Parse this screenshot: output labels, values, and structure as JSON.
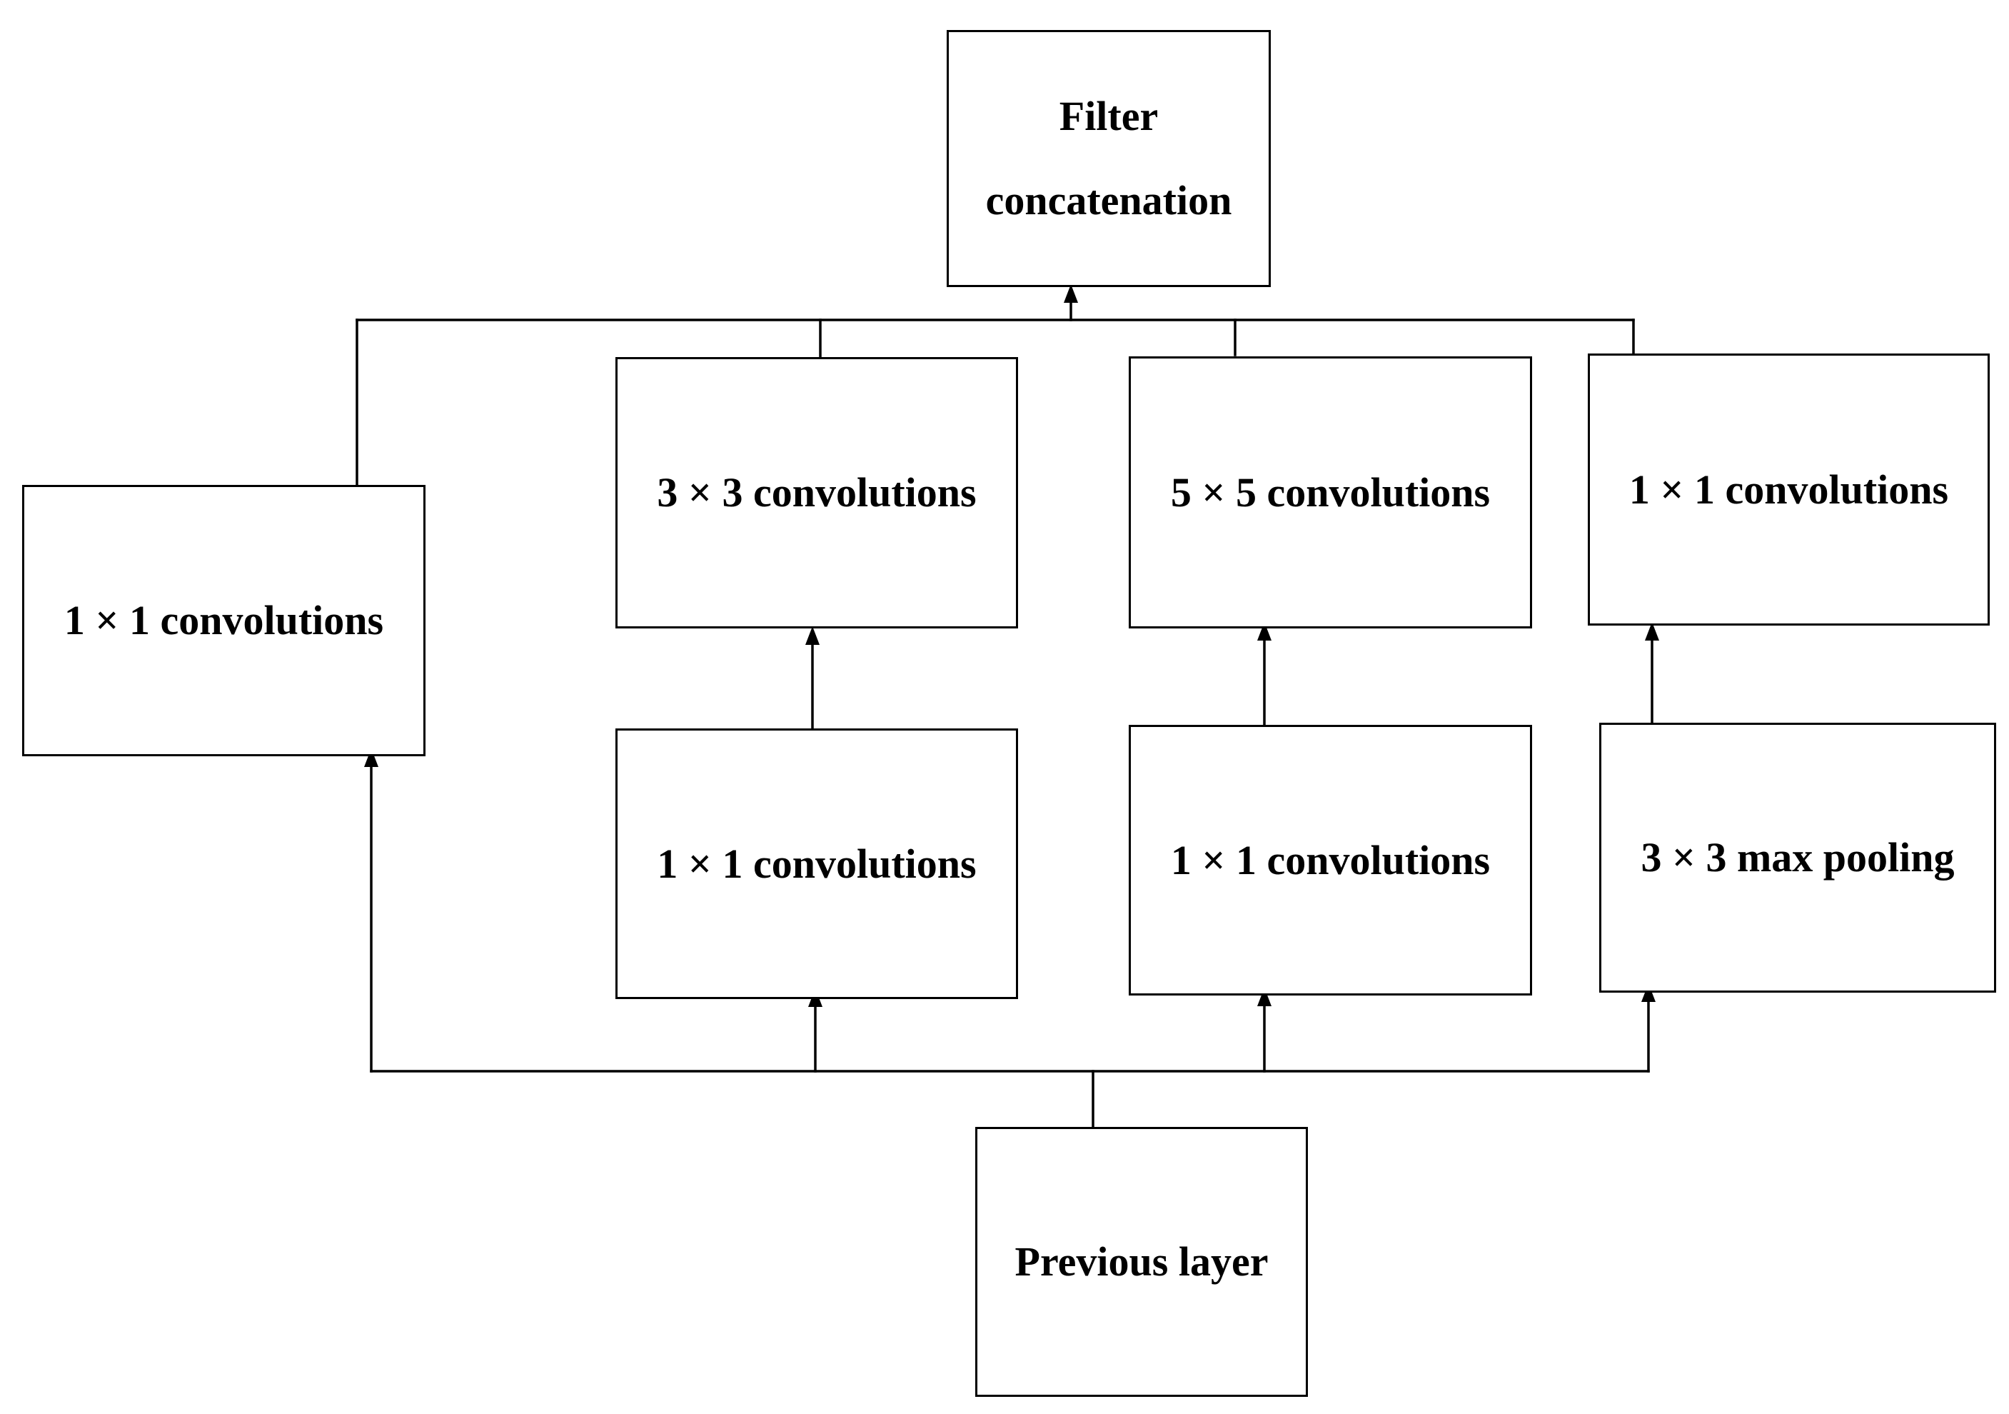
{
  "diagram": {
    "nodes": {
      "filter_concat": {
        "label": "Filter concatenation"
      },
      "branch1_conv1x1": {
        "label": "1 × 1 convolutions"
      },
      "branch2_conv3x3": {
        "label": "3 × 3 convolutions"
      },
      "branch2_reduce1x1": {
        "label": "1 × 1 convolutions"
      },
      "branch3_conv5x5": {
        "label": "5 × 5 convolutions"
      },
      "branch3_reduce1x1": {
        "label": "1 × 1 convolutions"
      },
      "branch4_conv1x1": {
        "label": "1 × 1 convolutions"
      },
      "branch4_maxpool": {
        "label": "3 × 3 max pooling"
      },
      "previous_layer": {
        "label": "Previous layer"
      }
    },
    "edges": [
      {
        "from": "previous_layer",
        "to": "branch1_conv1x1"
      },
      {
        "from": "previous_layer",
        "to": "branch2_reduce1x1"
      },
      {
        "from": "previous_layer",
        "to": "branch3_reduce1x1"
      },
      {
        "from": "previous_layer",
        "to": "branch4_maxpool"
      },
      {
        "from": "branch2_reduce1x1",
        "to": "branch2_conv3x3"
      },
      {
        "from": "branch3_reduce1x1",
        "to": "branch3_conv5x5"
      },
      {
        "from": "branch4_maxpool",
        "to": "branch4_conv1x1"
      },
      {
        "from": "branch1_conv1x1",
        "to": "filter_concat"
      },
      {
        "from": "branch2_conv3x3",
        "to": "filter_concat"
      },
      {
        "from": "branch3_conv5x5",
        "to": "filter_concat"
      },
      {
        "from": "branch4_conv1x1",
        "to": "filter_concat"
      }
    ],
    "colors": {
      "stroke": "#000000",
      "fill": "#ffffff"
    }
  }
}
